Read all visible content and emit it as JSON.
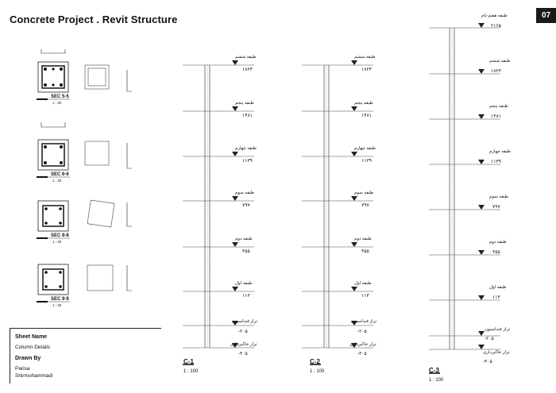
{
  "header": {
    "title": "Concrete Project . Revit Structure",
    "page_number": "07"
  },
  "sections": [
    {
      "label": "SEC 5-5",
      "scale": "1 : 20"
    },
    {
      "label": "SEC 6-6",
      "scale": "1 : 20"
    },
    {
      "label": "SEC 8-8",
      "scale": "1 : 20"
    },
    {
      "label": "SEC 9-9",
      "scale": "1 : 20"
    }
  ],
  "columns": [
    {
      "name": "C-1",
      "scale": "1 : 100"
    },
    {
      "name": "C-2",
      "scale": "1 : 100"
    },
    {
      "name": "C-3",
      "scale": "1 : 100"
    }
  ],
  "levels": [
    {
      "name": "طبقه هفتم-بام",
      "elev": "۲۱۶۵"
    },
    {
      "name": "طبقه ششم",
      "elev": "۱۸۲۳"
    },
    {
      "name": "طبقه پنجم",
      "elev": "۱۴۸۱"
    },
    {
      "name": "طبقه چهارم",
      "elev": "۱۱۳۹"
    },
    {
      "name": "طبقه سوم",
      "elev": "۷۹۷"
    },
    {
      "name": "طبقه دوم",
      "elev": "۴۵۵"
    },
    {
      "name": "طبقه اول",
      "elev": "۱۱۳"
    },
    {
      "name": "تراز فنداسیون",
      "elev": "-۲۰۵"
    },
    {
      "name": "تراز خاکبرداری",
      "elev": "-۳۰۵"
    }
  ],
  "info": {
    "sheet_name_label": "Sheet Name",
    "sheet_name": "Column Details",
    "drawn_by_label": "Drawn By",
    "author_line1": "Parisa",
    "author_line2": "Shirmohammadi"
  }
}
